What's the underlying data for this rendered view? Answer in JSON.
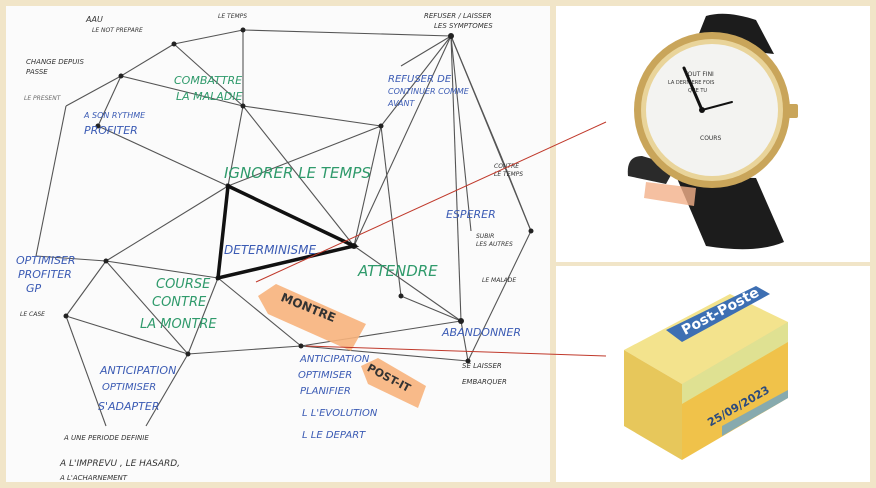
{
  "colors": {
    "background": "#f1e5c8",
    "whiteboard": "#fbfbfb",
    "marker_blue": "#3b5bb4",
    "marker_green": "#2f9a6b",
    "marker_black": "#222222",
    "highlight_orange": "#f7b27c",
    "connector_red": "#c0392b"
  },
  "board": {
    "top_left_1": "AAU",
    "top_left_2": "LE NOT PREPARE",
    "top_mid": "LE TEMPS",
    "top_right_1": "REFUSER / LAISSER",
    "top_right_2": "LES SYMPTOMES",
    "left_1": "CHANGE DEPUIS",
    "left_2": "PASSE",
    "left_3": "LE PRESENT",
    "combattre_1": "COMBATTRE",
    "combattre_2": "LA MALADIE",
    "refuser_1": "REFUSER DE",
    "refuser_2": "CONTINUER COMME",
    "refuser_3": "AVANT",
    "profiter_1": "A SON RYTHME",
    "profiter_2": "PROFITER",
    "ignorer": "IGNORER LE TEMPS",
    "determinisme": "DETERMINISME",
    "attendre": "ATTENDRE",
    "esperer": "ESPERER",
    "right_small_1": "CONTRE",
    "right_small_2": "LE TEMPS",
    "right_small_3": "SUBIR",
    "right_small_4": "LES AUTRES",
    "right_small_5": "LE MALADE",
    "optimiser_1": "OPTIMISER",
    "optimiser_2": "PROFITER",
    "optimiser_3": "GP",
    "course_1": "COURSE",
    "course_2": "CONTRE",
    "course_3": "LA MONTRE",
    "montre_label": "MONTRE",
    "postit_label": "POST-IT",
    "abandonner": "ABANDONNER",
    "anticipation_1": "ANTICIPATION",
    "anticipation_2": "OPTIMISER",
    "anticipation_3": "S'ADAPTER",
    "antic2_1": "ANTICIPATION",
    "antic2_2": "OPTIMISER",
    "antic2_3": "PLANIFIER",
    "antic2_4": "L L'EVOLUTION",
    "antic2_5": "L LE DEPART",
    "laisser_1": "SE LAISSER",
    "laisser_2": "EMBARQUER",
    "bottom_1": "A UNE PERIODE DEFINIE",
    "bottom_2": "A L'IMPREVU , LE HASARD,",
    "bottom_3": "A L'ACHARNEMENT",
    "left_small": "LE CASE"
  },
  "watch": {
    "dial_line_1": "TOUT FINI",
    "dial_line_2": "LA DERNIERE FOIS",
    "dial_line_3": "QUE TU",
    "dial_bottom": "COURS"
  },
  "box": {
    "brand": "Post-Poste",
    "date_text": "25/09/2023"
  }
}
